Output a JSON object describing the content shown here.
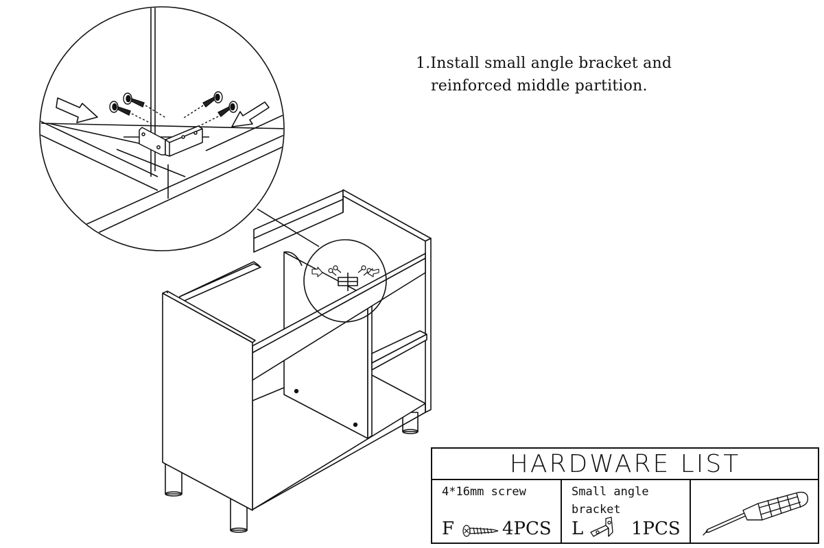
{
  "instruction": {
    "line1": "1.Install small angle bracket and",
    "line2": "reinforced middle partition."
  },
  "hardware_list": {
    "title": "HARDWARE LIST",
    "items": [
      {
        "name": "4*16mm screw",
        "code": "F",
        "qty": "4PCS",
        "icon": "screw-icon"
      },
      {
        "name": "Small angle\nbracket",
        "code": "L",
        "qty": "1PCS",
        "icon": "angle-bracket-icon"
      }
    ],
    "tool": {
      "icon": "screwdriver-icon"
    }
  },
  "colors": {
    "line": "#111111",
    "background": "#ffffff",
    "arrow_fill": "#ffffff"
  }
}
